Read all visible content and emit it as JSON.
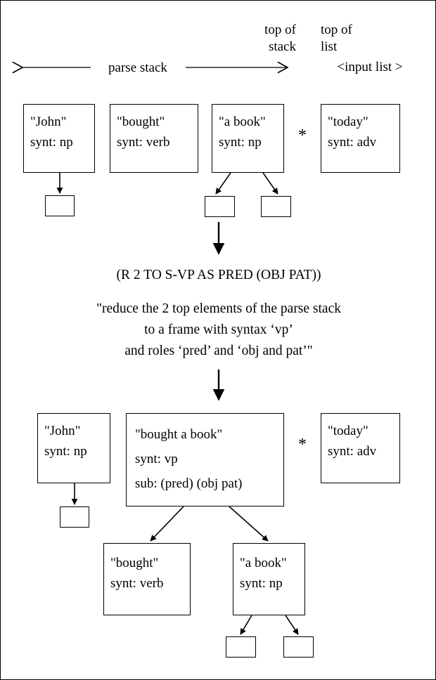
{
  "header": {
    "top_of_stack_label": "top of\nstack",
    "top_of_list_label": "top of\nlist",
    "parse_stack_label": "parse stack",
    "input_list_label": "<input list >"
  },
  "stack_before": {
    "cells": [
      {
        "word": "\"John\"",
        "synt": "synt: np",
        "children": 1
      },
      {
        "word": "\"bought\"",
        "synt": "synt: verb",
        "children": 0
      },
      {
        "word": "\"a book\"",
        "synt": "synt: np",
        "children": 2
      }
    ],
    "separator": "*",
    "input": {
      "word": "\"today\"",
      "synt": "synt: adv"
    }
  },
  "rule": {
    "expression": "(R 2 TO S-VP AS PRED (OBJ PAT))",
    "gloss": "\"reduce the 2 top elements of the parse stack\nto a frame with syntax ‘vp’\nand roles ‘pred’ and ‘obj and pat’\""
  },
  "stack_after": {
    "cells": [
      {
        "word": "\"John\"",
        "synt": "synt: np",
        "children": 1
      },
      {
        "word": "\"bought a book\"",
        "synt": "synt: vp",
        "sub": "sub:  (pred) (obj pat)",
        "children": 2
      }
    ],
    "separator": "*",
    "input": {
      "word": "\"today\"",
      "synt": "synt: adv"
    },
    "daughters": [
      {
        "word": "\"bought\"",
        "synt": "synt: verb",
        "children": 0
      },
      {
        "word": "\"a book\"",
        "synt": "synt: np",
        "children": 2
      }
    ]
  },
  "colors": {
    "ink": "#000000",
    "paper": "#ffffff"
  }
}
